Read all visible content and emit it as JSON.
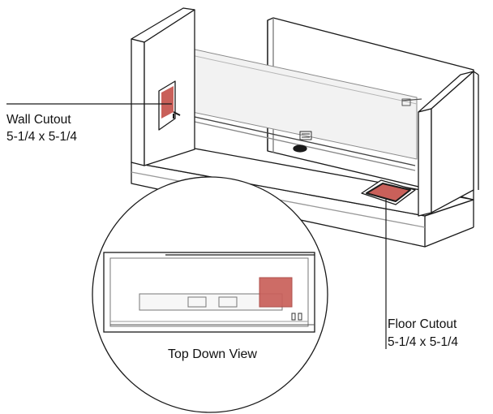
{
  "labels": {
    "wall_cutout": {
      "title": "Wall Cutout",
      "dims": "5-1/4 x 5-1/4"
    },
    "floor_cutout": {
      "title": "Floor Cutout",
      "dims": "5-1/4 x 5-1/4"
    },
    "top_down_view": "Top Down View"
  },
  "colors": {
    "cutout_fill": "#c9605a",
    "line": "#1a1a1a",
    "panel_fill": "#ffffff",
    "glass_fill": "#f2f2f2"
  }
}
